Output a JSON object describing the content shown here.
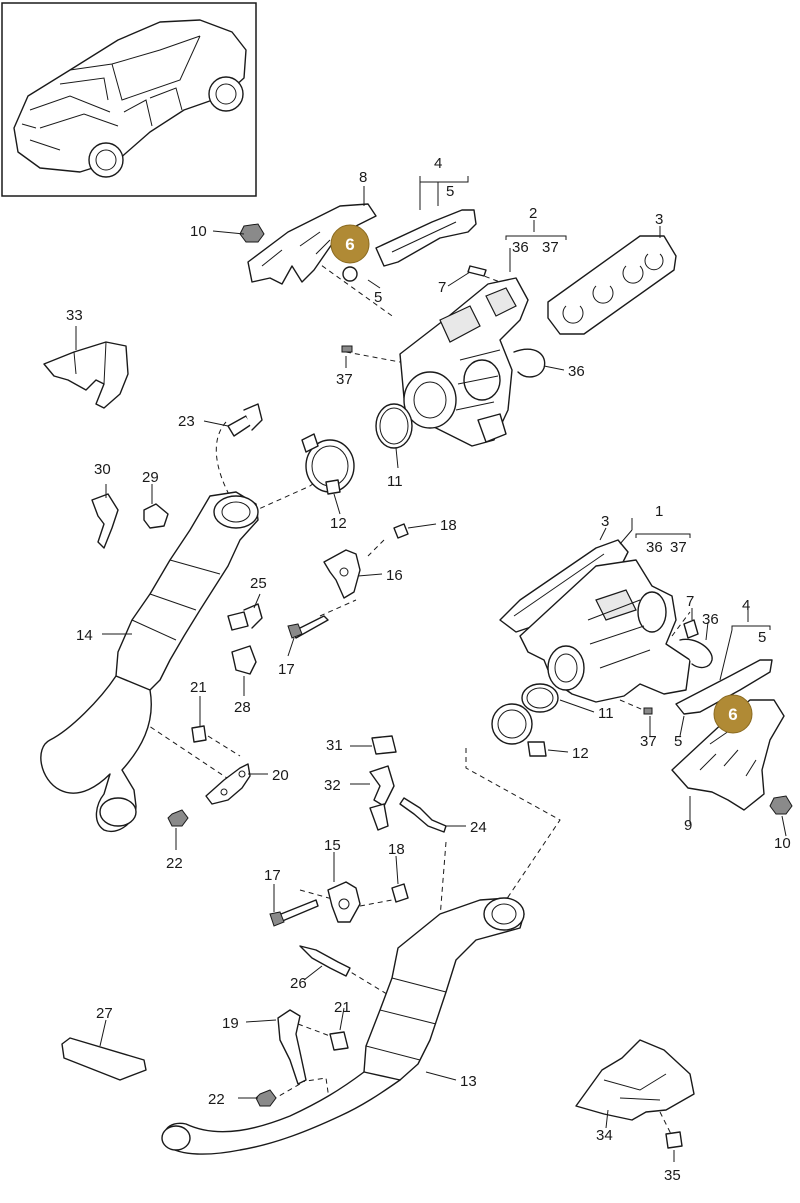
{
  "callouts": {
    "c1": "1",
    "c2": "2",
    "c3a": "3",
    "c3b": "3",
    "c4a": "4",
    "c4b": "4",
    "c5a": "5",
    "c5b": "5",
    "c5c": "5",
    "c5d": "5",
    "c7a": "7",
    "c7b": "7",
    "c8": "8",
    "c9": "9",
    "c10a": "10",
    "c10b": "10",
    "c11a": "11",
    "c11b": "11",
    "c12a": "12",
    "c12b": "12",
    "c13": "13",
    "c14": "14",
    "c15": "15",
    "c16": "16",
    "c17a": "17",
    "c17b": "17",
    "c18a": "18",
    "c18b": "18",
    "c19": "19",
    "c20": "20",
    "c21a": "21",
    "c21b": "21",
    "c22a": "22",
    "c22b": "22",
    "c23": "23",
    "c24": "24",
    "c25": "25",
    "c26": "26",
    "c27": "27",
    "c28": "28",
    "c29": "29",
    "c30": "30",
    "c31": "31",
    "c32": "32",
    "c33": "33",
    "c34": "34",
    "c35": "35",
    "c36a": "36",
    "c36b": "36",
    "c36c": "36",
    "c37a": "37",
    "c37b": "37",
    "c37c": "37",
    "c37d": "37"
  },
  "badges": {
    "b6a": "6",
    "b6b": "6"
  },
  "colors": {
    "badge": "#b08a35",
    "line": "#1a1a1a"
  }
}
